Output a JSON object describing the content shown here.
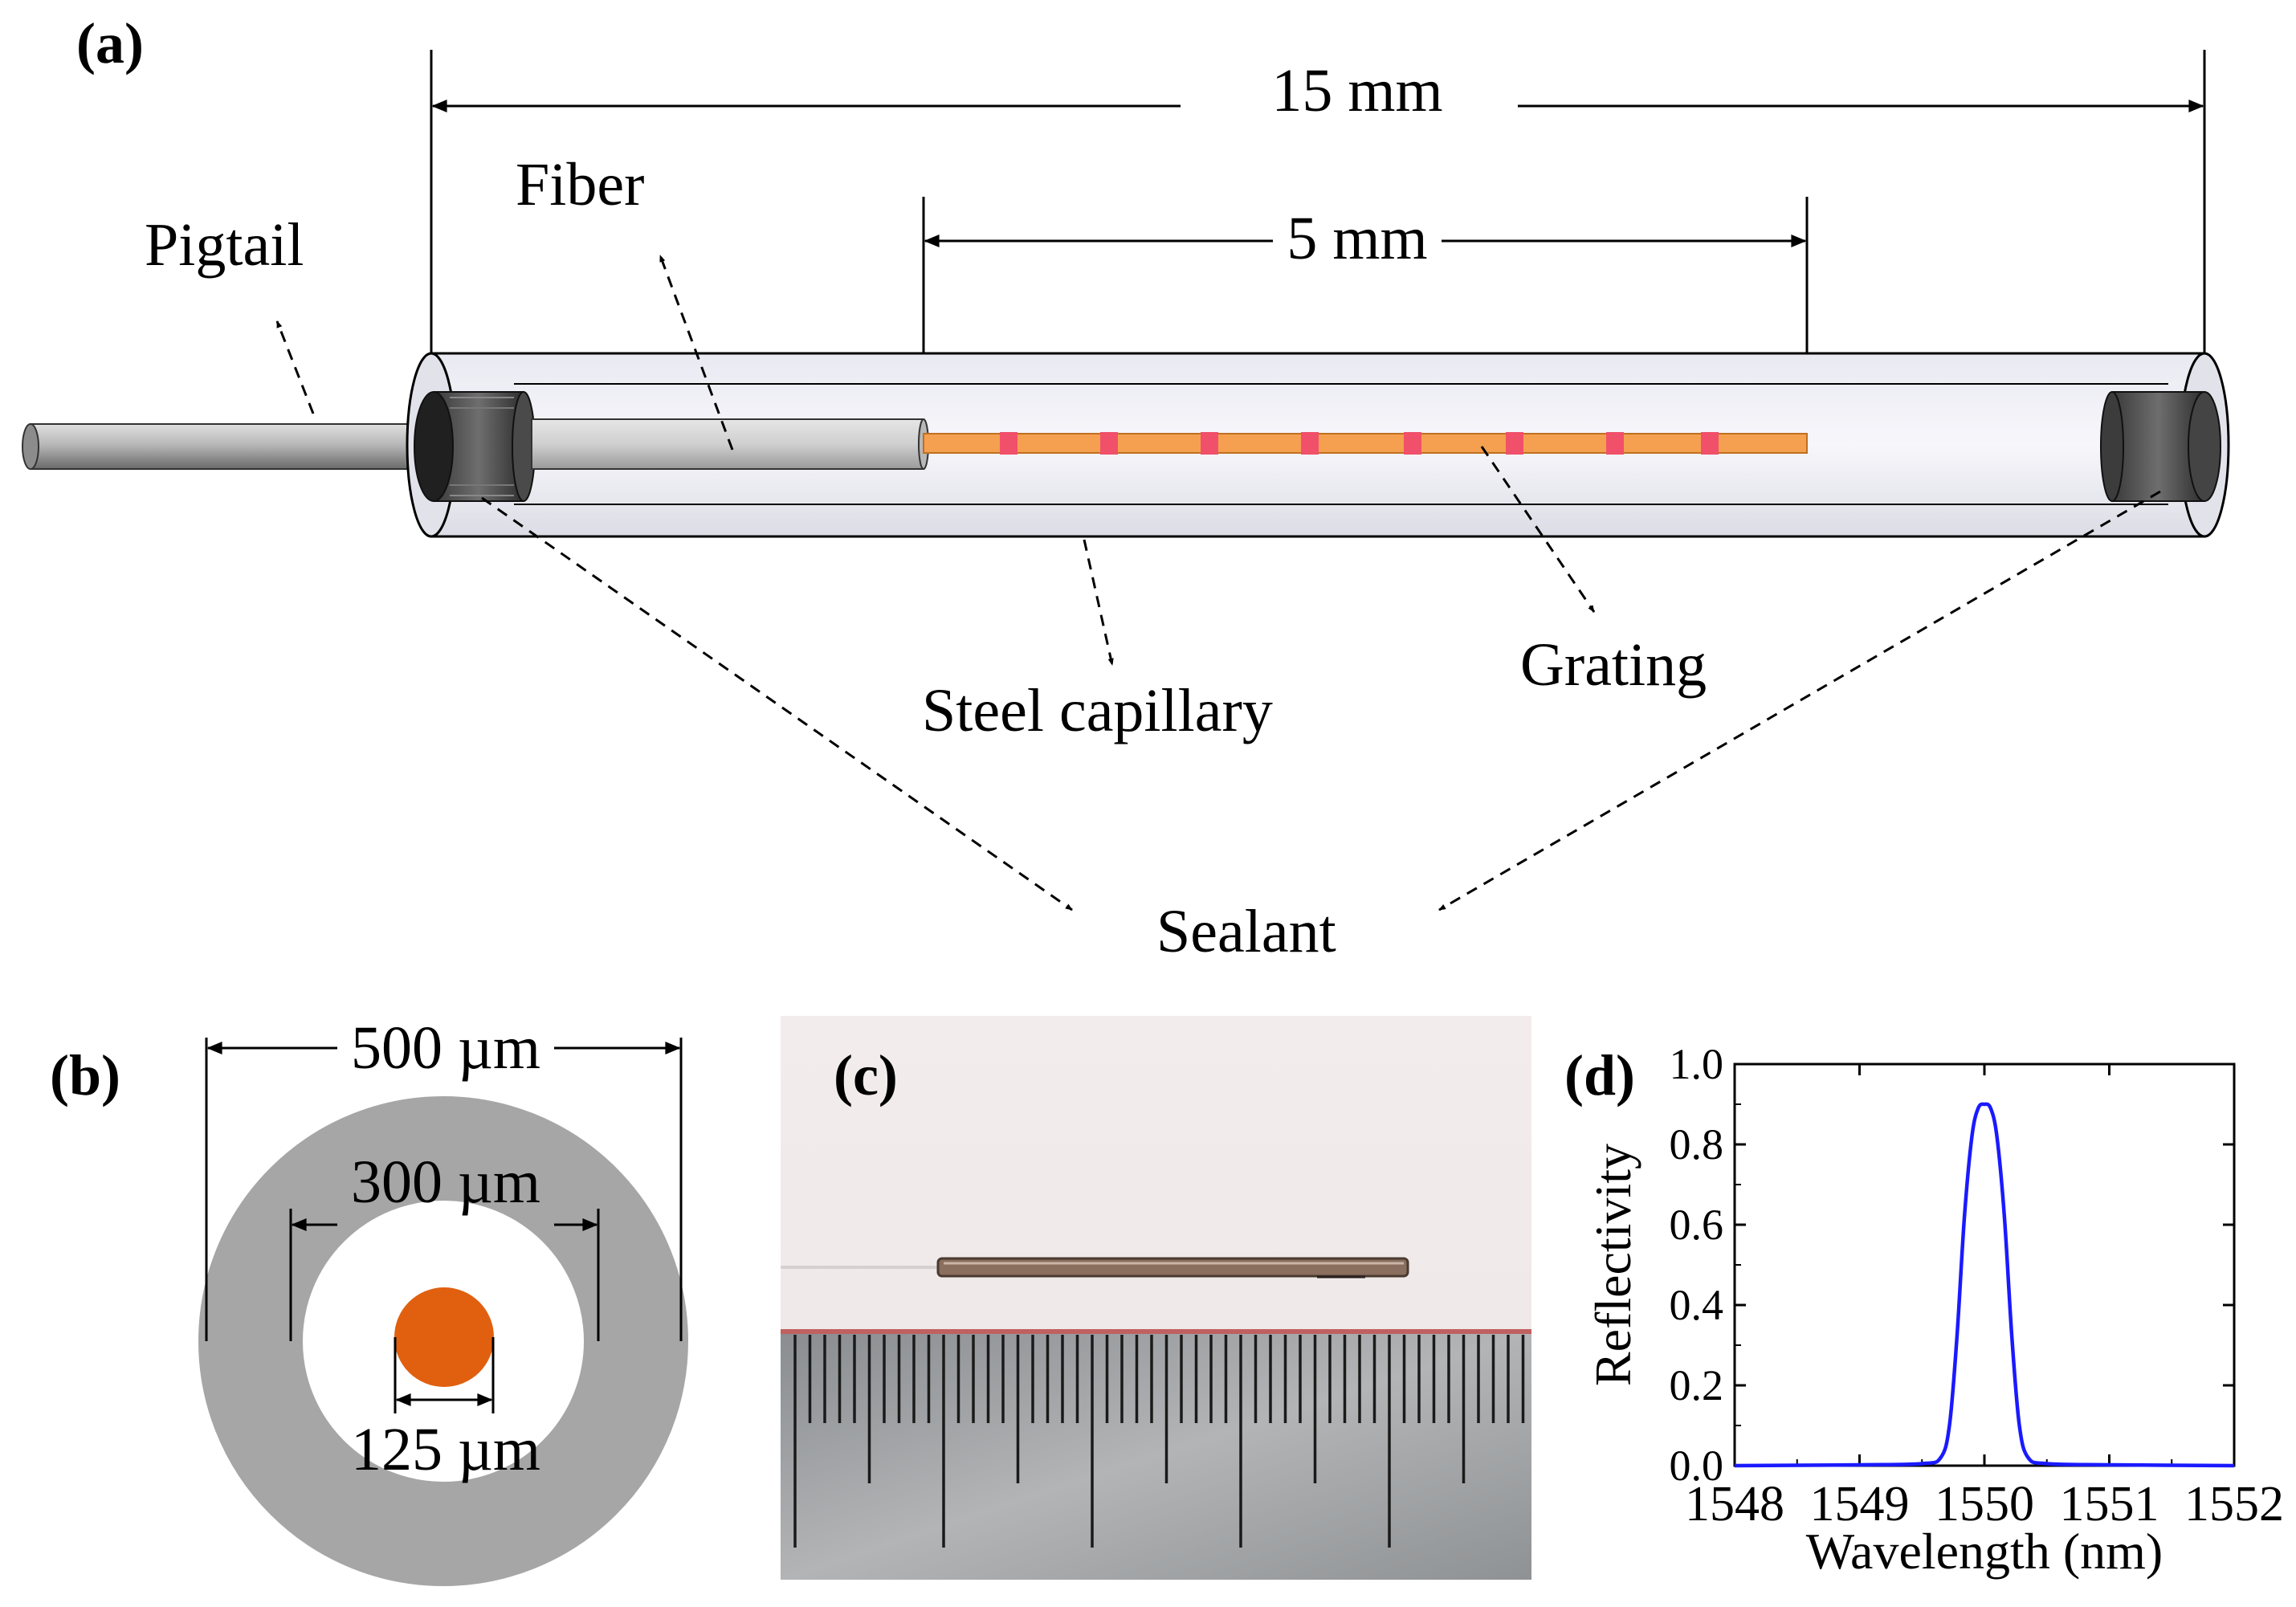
{
  "panels": {
    "a": {
      "label": "(a)",
      "dim_total": "15 mm",
      "dim_grating": "5 mm",
      "labels": {
        "pigtail": "Pigtail",
        "fiber": "Fiber",
        "steel_capillary": "Steel capillary",
        "grating": "Grating",
        "sealant": "Sealant"
      }
    },
    "b": {
      "label": "(b)",
      "outer_diameter": "500 µm",
      "inner_diameter": "300 µm",
      "fiber_diameter": "125 µm"
    },
    "c": {
      "label": "(c)"
    },
    "d": {
      "label": "(d)"
    }
  },
  "chart_data": {
    "type": "line",
    "xlabel": "Wavelength (nm)",
    "ylabel": "Reflectivity",
    "xlim": [
      1548,
      1552
    ],
    "ylim": [
      0.0,
      1.0
    ],
    "x_ticks": [
      "1548",
      "1549",
      "1550",
      "1551",
      "1552"
    ],
    "y_ticks": [
      "0.0",
      "0.2",
      "0.4",
      "0.6",
      "0.8",
      "1.0"
    ],
    "series": [
      {
        "color": "#1a1aff",
        "x": [
          1548.0,
          1549.0,
          1549.5,
          1549.65,
          1549.72,
          1549.78,
          1549.84,
          1549.9,
          1549.95,
          1550.0,
          1550.05,
          1550.1,
          1550.16,
          1550.22,
          1550.28,
          1550.35,
          1550.5,
          1551.0,
          1552.0
        ],
        "y": [
          0.0,
          0.002,
          0.005,
          0.02,
          0.1,
          0.32,
          0.62,
          0.82,
          0.89,
          0.9,
          0.89,
          0.82,
          0.62,
          0.32,
          0.1,
          0.02,
          0.005,
          0.002,
          0.0
        ]
      }
    ]
  },
  "colors": {
    "grating_core": "#f5a050",
    "grating_marks": "#f0506a",
    "fiber_dot": "#e06010",
    "tube_ring": "#a6a6a6",
    "spectrum": "#1a1aff"
  }
}
